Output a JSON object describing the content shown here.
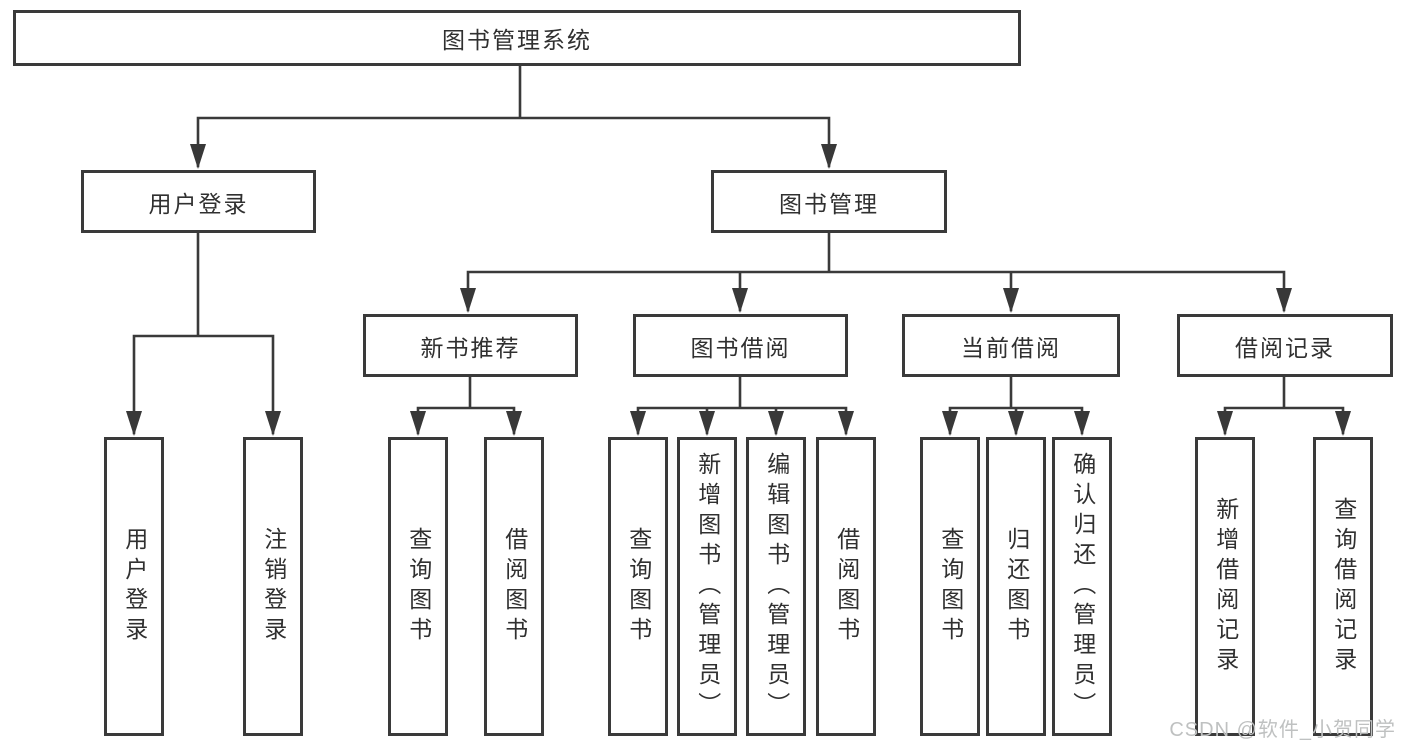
{
  "diagram": {
    "root": {
      "label": "图书管理系统"
    },
    "branches": [
      {
        "label": "用户登录",
        "children": [
          {
            "label": "用户登录"
          },
          {
            "label": "注销登录"
          }
        ]
      },
      {
        "label": "图书管理",
        "children": [
          {
            "label": "新书推荐",
            "children": [
              {
                "label": "查询图书"
              },
              {
                "label": "借阅图书"
              }
            ]
          },
          {
            "label": "图书借阅",
            "children": [
              {
                "label": "查询图书"
              },
              {
                "label": "新增图书（管理员）"
              },
              {
                "label": "编辑图书（管理员）"
              },
              {
                "label": "借阅图书"
              }
            ]
          },
          {
            "label": "当前借阅",
            "children": [
              {
                "label": "查询图书"
              },
              {
                "label": "归还图书"
              },
              {
                "label": "确认归还（管理员）"
              }
            ]
          },
          {
            "label": "借阅记录",
            "children": [
              {
                "label": "新增借阅记录"
              },
              {
                "label": "查询借阅记录"
              }
            ]
          }
        ]
      }
    ],
    "watermark": "CSDN @软件_小贺同学",
    "colors": {
      "line": "#3a3a3a",
      "text": "#303030",
      "watermark": "#bfc1c1",
      "background": "#ffffff"
    }
  }
}
